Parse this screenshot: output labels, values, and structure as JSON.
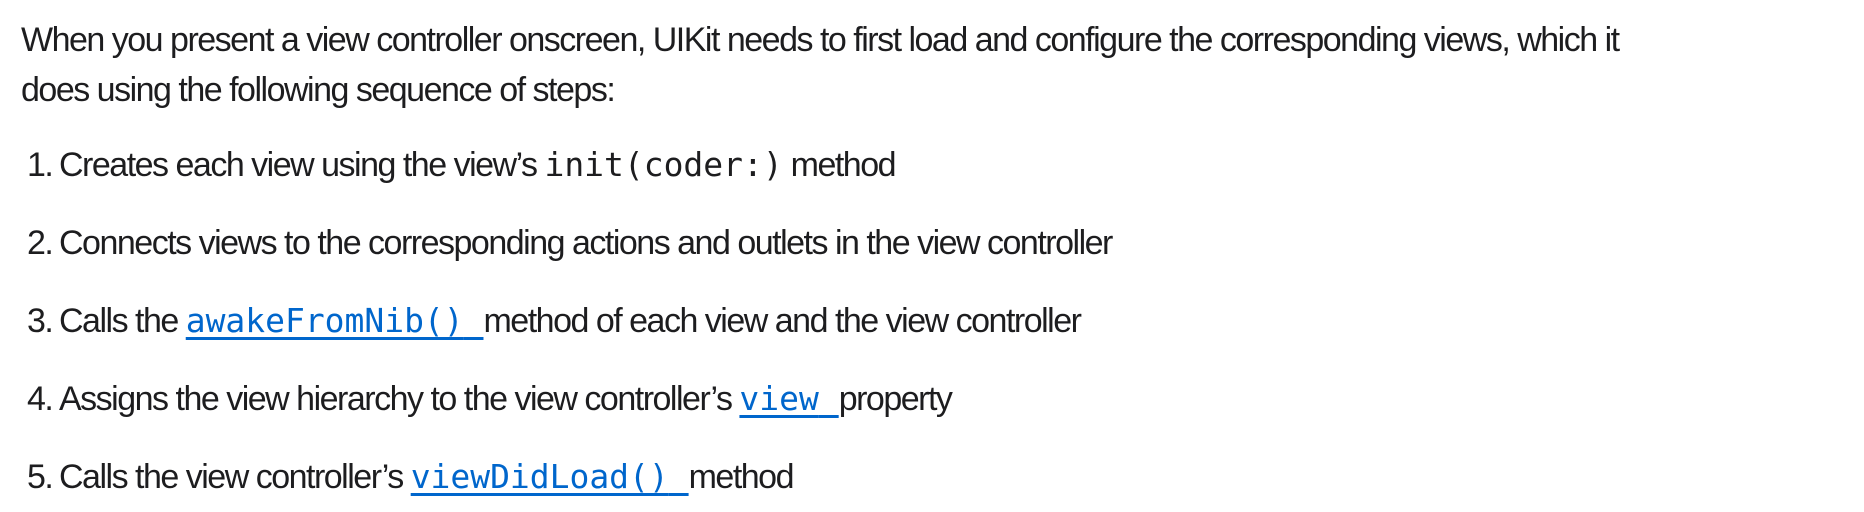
{
  "colors": {
    "background": "#ffffff",
    "text": "#1d1d1f",
    "link": "#0066cc"
  },
  "intro": {
    "lines": [
      "When you present a view controller onscreen, UIKit needs to first load and configure the corresponding views, which it",
      "does using the following sequence of steps:"
    ]
  },
  "steps": {
    "items": [
      {
        "number": "1.",
        "segments": [
          {
            "type": "text",
            "value": "Creates each view using the view’s "
          },
          {
            "type": "code",
            "value": "init(coder:)"
          },
          {
            "type": "text",
            "value": " method"
          }
        ]
      },
      {
        "number": "2.",
        "segments": [
          {
            "type": "text",
            "value": "Connects views to the corresponding actions and outlets in the view controller"
          }
        ]
      },
      {
        "number": "3.",
        "segments": [
          {
            "type": "text",
            "value": "Calls the "
          },
          {
            "type": "code-link",
            "value": "awakeFromNib()"
          },
          {
            "type": "text",
            "value": "method of each view and the view controller"
          }
        ]
      },
      {
        "number": "4.",
        "segments": [
          {
            "type": "text",
            "value": "Assigns the view hierarchy to the view controller’s "
          },
          {
            "type": "code-link",
            "value": "view"
          },
          {
            "type": "text",
            "value": "property"
          }
        ]
      },
      {
        "number": "5.",
        "segments": [
          {
            "type": "text",
            "value": "Calls the view controller’s "
          },
          {
            "type": "code-link",
            "value": "viewDidLoad()"
          },
          {
            "type": "text",
            "value": "method"
          }
        ]
      }
    ]
  }
}
